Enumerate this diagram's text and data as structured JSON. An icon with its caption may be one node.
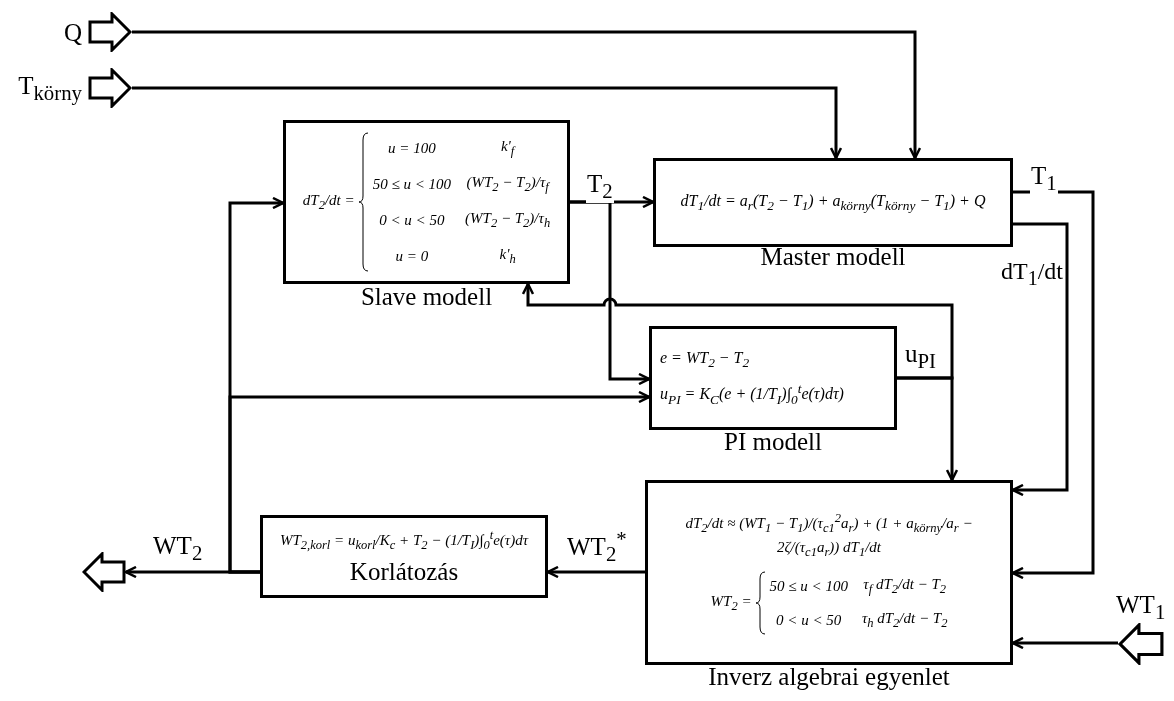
{
  "diagram": {
    "nodes": [
      {
        "text": [
          "Q"
        ]
      },
      {
        "text": [
          "T$_{körny}$"
        ]
      },
      {
        "text": [
          "dT$_{2}$/dt =",
          "u = 100",
          "k'$_{f}$",
          "50 ≤ u < 100",
          "(WT$_{2}$ − T$_{2}$)/τ$_{f}$",
          "0 < u < 50",
          "(WT$_{2}$ − T$_{2}$)/τ$_{h}$",
          "u = 0",
          "k'$_{h}$",
          "Slave modell"
        ]
      },
      {
        "text": [
          "dT$_{1}$/dt = a$_{r}$(T$_{2}$ − T$_{1}$) + a$_{körny}$(T$_{körny}$ − T$_{1}$) + Q",
          "Master modell"
        ]
      },
      {
        "text": [
          "e = WT$_{2}$ − T$_{2}$",
          "u$_{PI}$ = K$_{C}$(e + (1/T$_{I}$)∫$_{0}$$^{t}$e(τ)dτ)",
          "PI modell"
        ]
      },
      {
        "text": [
          "dT$_{2}$/dt ≈ (WT$_{1}$ − T$_{1}$)/(τ$_{c1}$$^{2}$a$_{r}$) + (1 + a$_{körny}$/a$_{r}$ − 2ζ/(τ$_{c1}$a$_{r}$)) dT$_{1}$/dt",
          "WT$_{2}$ =",
          "50 ≤ u < 100",
          "τ$_{f}$ dT$_{2}$/dt − T$_{2}$",
          "0 < u < 50",
          "τ$_{h}$ dT$_{2}$/dt − T$_{2}$",
          "Inverz algebrai egyenlet"
        ]
      },
      {
        "text": [
          "WT$_{2,korl}$ = u$_{korl}$/K$_{c}$ + T$_{2}$ − (1/T$_{I}$)∫$_{0}$$^{t}$e(τ)dτ",
          "Korlátozás"
        ]
      },
      {
        "text": [],
        "shape": "arrow",
        "beside": [
          "WT$_{1}$"
        ]
      },
      {
        "text": [],
        "shape": "arrow"
      }
    ],
    "edges": [
      {
        "from": 0,
        "to": 3,
        "arrow": "to"
      },
      {
        "from": 1,
        "to": 3,
        "arrow": "to"
      },
      {
        "from": 2,
        "to": 3,
        "arrow": "to",
        "label": "T$_{2}$"
      },
      {
        "from": 2,
        "to": 4,
        "arrow": "to"
      },
      {
        "from": 3,
        "to": 5,
        "arrow": "to",
        "label": "T$_{1}$"
      },
      {
        "from": 3,
        "to": 5,
        "arrow": "to",
        "label": "dT$_{1}$/dt"
      },
      {
        "from": 4,
        "to": 2,
        "arrow": "to",
        "label": "u$_{PI}$"
      },
      {
        "from": 4,
        "to": 5,
        "arrow": "to"
      },
      {
        "from": 5,
        "to": 6,
        "arrow": "to",
        "label": "WT$_{2}$$^{*}$"
      },
      {
        "from": 6,
        "to": 8,
        "arrow": "to",
        "label": "WT$_{2}$"
      },
      {
        "from": 6,
        "to": 2,
        "arrow": "to"
      },
      {
        "from": 6,
        "to": 4,
        "arrow": "to"
      },
      {
        "from": 7,
        "to": 5,
        "arrow": "to"
      }
    ]
  }
}
